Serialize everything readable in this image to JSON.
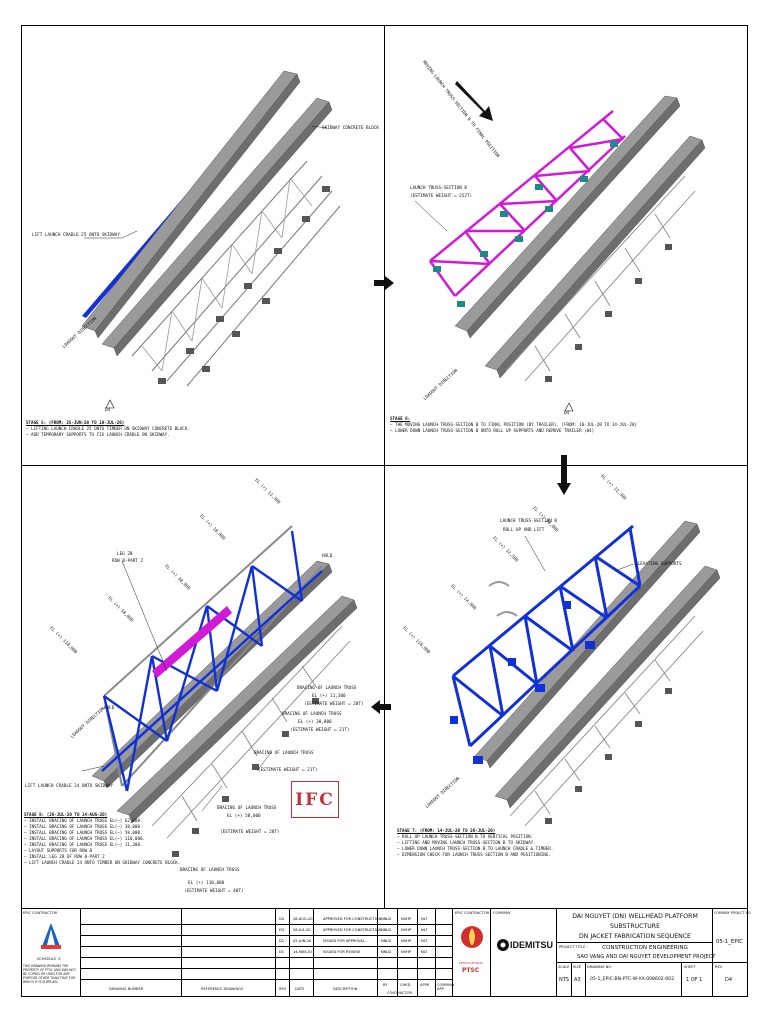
{
  "panels": {
    "tl": {
      "labels": {
        "lift": "LIFT LAUNCH CRADLE 25 ONTO SKIDWAY",
        "skidway": "SKIDWAY CONCRETE BLOCK",
        "direction": "LOADOUT DIRECTION"
      },
      "note_head": "STAGE 5: (FROM: 25-JUN-20 TO 10-JUL-20)",
      "notes": [
        "– LIFTING LAUNCH CRADLE 25 ONTO TIMBER ON SKIDWAY CONCRETE BLOCK.",
        "– ADD TEMPORARY SUPPORTS TO FIX LAUNCH CRADLE ON SKIDWAY."
      ],
      "rev_tag": "D4"
    },
    "tr": {
      "labels": {
        "moving": "MOVING LAUNCH TRUSS-SECTION B TO FINAL POSITION",
        "truss": "LAUNCH TRUSS-SECTION B",
        "weight": "(ESTIMATE WEIGHT = 252T)",
        "direction": "LOADOUT DIRECTION"
      },
      "note_head": "STAGE 6:",
      "notes": [
        "– THE MOVING LAUNCH TRUSS-SECTION B TO FINAL POSITION (BY TRAILER). (FROM: 10-JUL-20 TO 14-JUL-20)",
        "– LOWER DOWN LAUNCH TRUSS-SECTION B ONTO ROLL UP SUPPORTS AND REMOVE TRAILER (04)"
      ],
      "rev_tag": "D4"
    },
    "br": {
      "labels": {
        "truss": "LAUNCH TRUSS-SECTION B",
        "roll": "ROLL UP AND LIFT",
        "el1": "EL (+) 11,300",
        "el2": "EL (+) 18,800",
        "el3": "EL (+) 12,500",
        "el4": "EL (+) 14,000",
        "el5": "EL (+) 110,000",
        "support": "ELEVATING SUPPORTS",
        "direction": "LOADOUT DIRECTION"
      },
      "note_head": "STAGE 7: (FROM: 14-JUL-20 TO 26-JUL-20)",
      "notes": [
        "– ROLL UP LAUNCH TRUSS-SECTION B TO VERTICAL POSITION.",
        "– LIFTING AND MOVING LAUNCH TRUSS-SECTION B TO SKIDWAY.",
        "– LOWER DOWN LAUNCH TRUSS-SECTION B TO LAUNCH CRADLE & TIMBER.",
        "– DIMENSION CHECK FOR LAUNCH TRUSS-SECTION B AND POSITIONING."
      ]
    },
    "bl": {
      "labels": {
        "leg": "LEG 2B",
        "row": "ROW B-PART 2",
        "el1": "EL (+) 11,300",
        "el2": "EL (+) 18,800",
        "el3": "EL (+) 38,800",
        "el4": "EL (+) 58,000",
        "el5": "EL (+) 110,000",
        "bracing1": "BRACING OF LAUNCH TRUSS",
        "bracing1_el": "EL (+) 11,300",
        "bracing1_w": "(ESTIMATE WEIGHT = 28T)",
        "bracing2": "BRACING OF LAUNCH TRUSS",
        "bracing2_el": "EL (+) 38,800",
        "bracing2_w": "(ESTIMATE WEIGHT = 21T)",
        "bracing3": "BRACING OF LAUNCH TRUSS",
        "bracing3_w": "(ESTIMATE WEIGHT = 21T)",
        "bracing4": "BRACING OF LAUNCH TRUSS",
        "bracing4_el": "EL (+) 58,000",
        "bracing4_w": "(ESTIMATE WEIGHT = 28T)",
        "bracing5": "BRACING OF LAUNCH TRUSS",
        "bracing5_el": "EL (+) 110,000",
        "bracing5_w": "(ESTIMATE WEIGHT = 40T)",
        "hold1": "HOLD",
        "hold2": "HOLD",
        "lift": "LIFT LAUNCH CRADLE 24 ONTO SKIDWAY",
        "direction": "LOADOUT DIRECTION"
      },
      "note_head": "STAGE 8: (26-JUL-20 TO 14-AUG-20)",
      "notes": [
        "– INSTALL BRACING OF LAUNCH TRUSS EL(–) 62,800.",
        "– INSTALL BRACING OF LAUNCH TRUSS EL(–) 38,800.",
        "– INSTALL BRACING OF LAUNCH TRUSS EL(–) 58,000.",
        "– INSTALL BRACING OF LAUNCH TRUSS EL(–) 110,000.",
        "– INSTALL BRACING OF LAUNCH TRUSS EL(–) 11,300.",
        "– LAYOUT SUPPORTS FOR ROW B",
        "– INSTALL LEG 2B OF ROW B-PART 2",
        "– LIFT LAUNCH CRADLE 24 ONTO TIMBER ON SKIDWAY CONCRETE BLOCK."
      ],
      "stamp": "IFC"
    }
  },
  "title_block": {
    "epic_contractor": "EPIC CONTRACTOR",
    "epic_contractor2": "EPIC CONTRACTOR",
    "company": "COMPANY",
    "company_project_no": "COMPANY PROJECT NO.",
    "ptsc": "PTSC",
    "petrovietnam": "PETROVIETNAM",
    "idemitsu": "IDEMITSU",
    "disclaimer_head": "SCHEDULE ©",
    "disclaimer": "THIS DRAWING REMAINS THE PROPERTY OF PTSC AND MAY NOT BE COPIED OR USED FOR ANY PURPOSE OTHER THAN THAT FOR WHICH IT IS SUPPLIED.",
    "revisions": [
      {
        "rev": "D4",
        "date": "28-AUG-20",
        "desc": "APPROVED FOR CONSTRUCTION",
        "by": "NNLD",
        "chkd": "NVHP",
        "appr": "NLT"
      },
      {
        "rev": "D3",
        "date": "26-JUL-20",
        "desc": "APPROVED FOR CONSTRUCTION",
        "by": "NNLD",
        "chkd": "NVHP",
        "appr": "NLT"
      },
      {
        "rev": "D2",
        "date": "02-JUN-20",
        "desc": "ISSUED FOR APPROVAL",
        "by": "NNLD",
        "chkd": "NVHP",
        "appr": "NLT"
      },
      {
        "rev": "D1",
        "date": "14-MAY-20",
        "desc": "ISSUED FOR REVIEW",
        "by": "NNLD",
        "chkd": "NVHP",
        "appr": "NLT"
      }
    ],
    "headers": {
      "drawing_number": "DRAWING NUMBER",
      "reference": "REFERENCE DRAWINGS",
      "rev": "REV",
      "date": "DATE",
      "description": "DESCRIPTION",
      "by": "BY",
      "chkd": "CHKD",
      "appr": "APPR",
      "company": "COMPANY APP",
      "contractor": "CONTRACTOR"
    },
    "project": {
      "line1": "DAI NGUYET (DN) WELLHEAD PLATFORM",
      "line2": "SUBSTRUCTURE",
      "line3": "DN JACKET FABRICATION SEQUENCE",
      "project_title_label": "PROJECT TITLE :",
      "line4": "CONSTRUCTION ENGINEERING",
      "line5": "SAO VANG AND DAI NGUYET DEVELOPMENT PROJECT"
    },
    "scale_label": "SCALE",
    "scale": "NTS",
    "size_label": "SIZE",
    "size": "A3",
    "drawing_no_label": "DRAWING NO.",
    "drawing_no": "05-1_EPIC-BN-PTC-W-XX-008602-002",
    "sheet_label": "SHEET",
    "sheet": "1 OF 1",
    "rev_label": "REV",
    "rev": "D4",
    "company_project_value": "05-1_EPIC"
  },
  "colors": {
    "magenta": "#d11ad6",
    "blue": "#1230d8",
    "steel": "#8a8a8a",
    "red": "#c6303a"
  }
}
